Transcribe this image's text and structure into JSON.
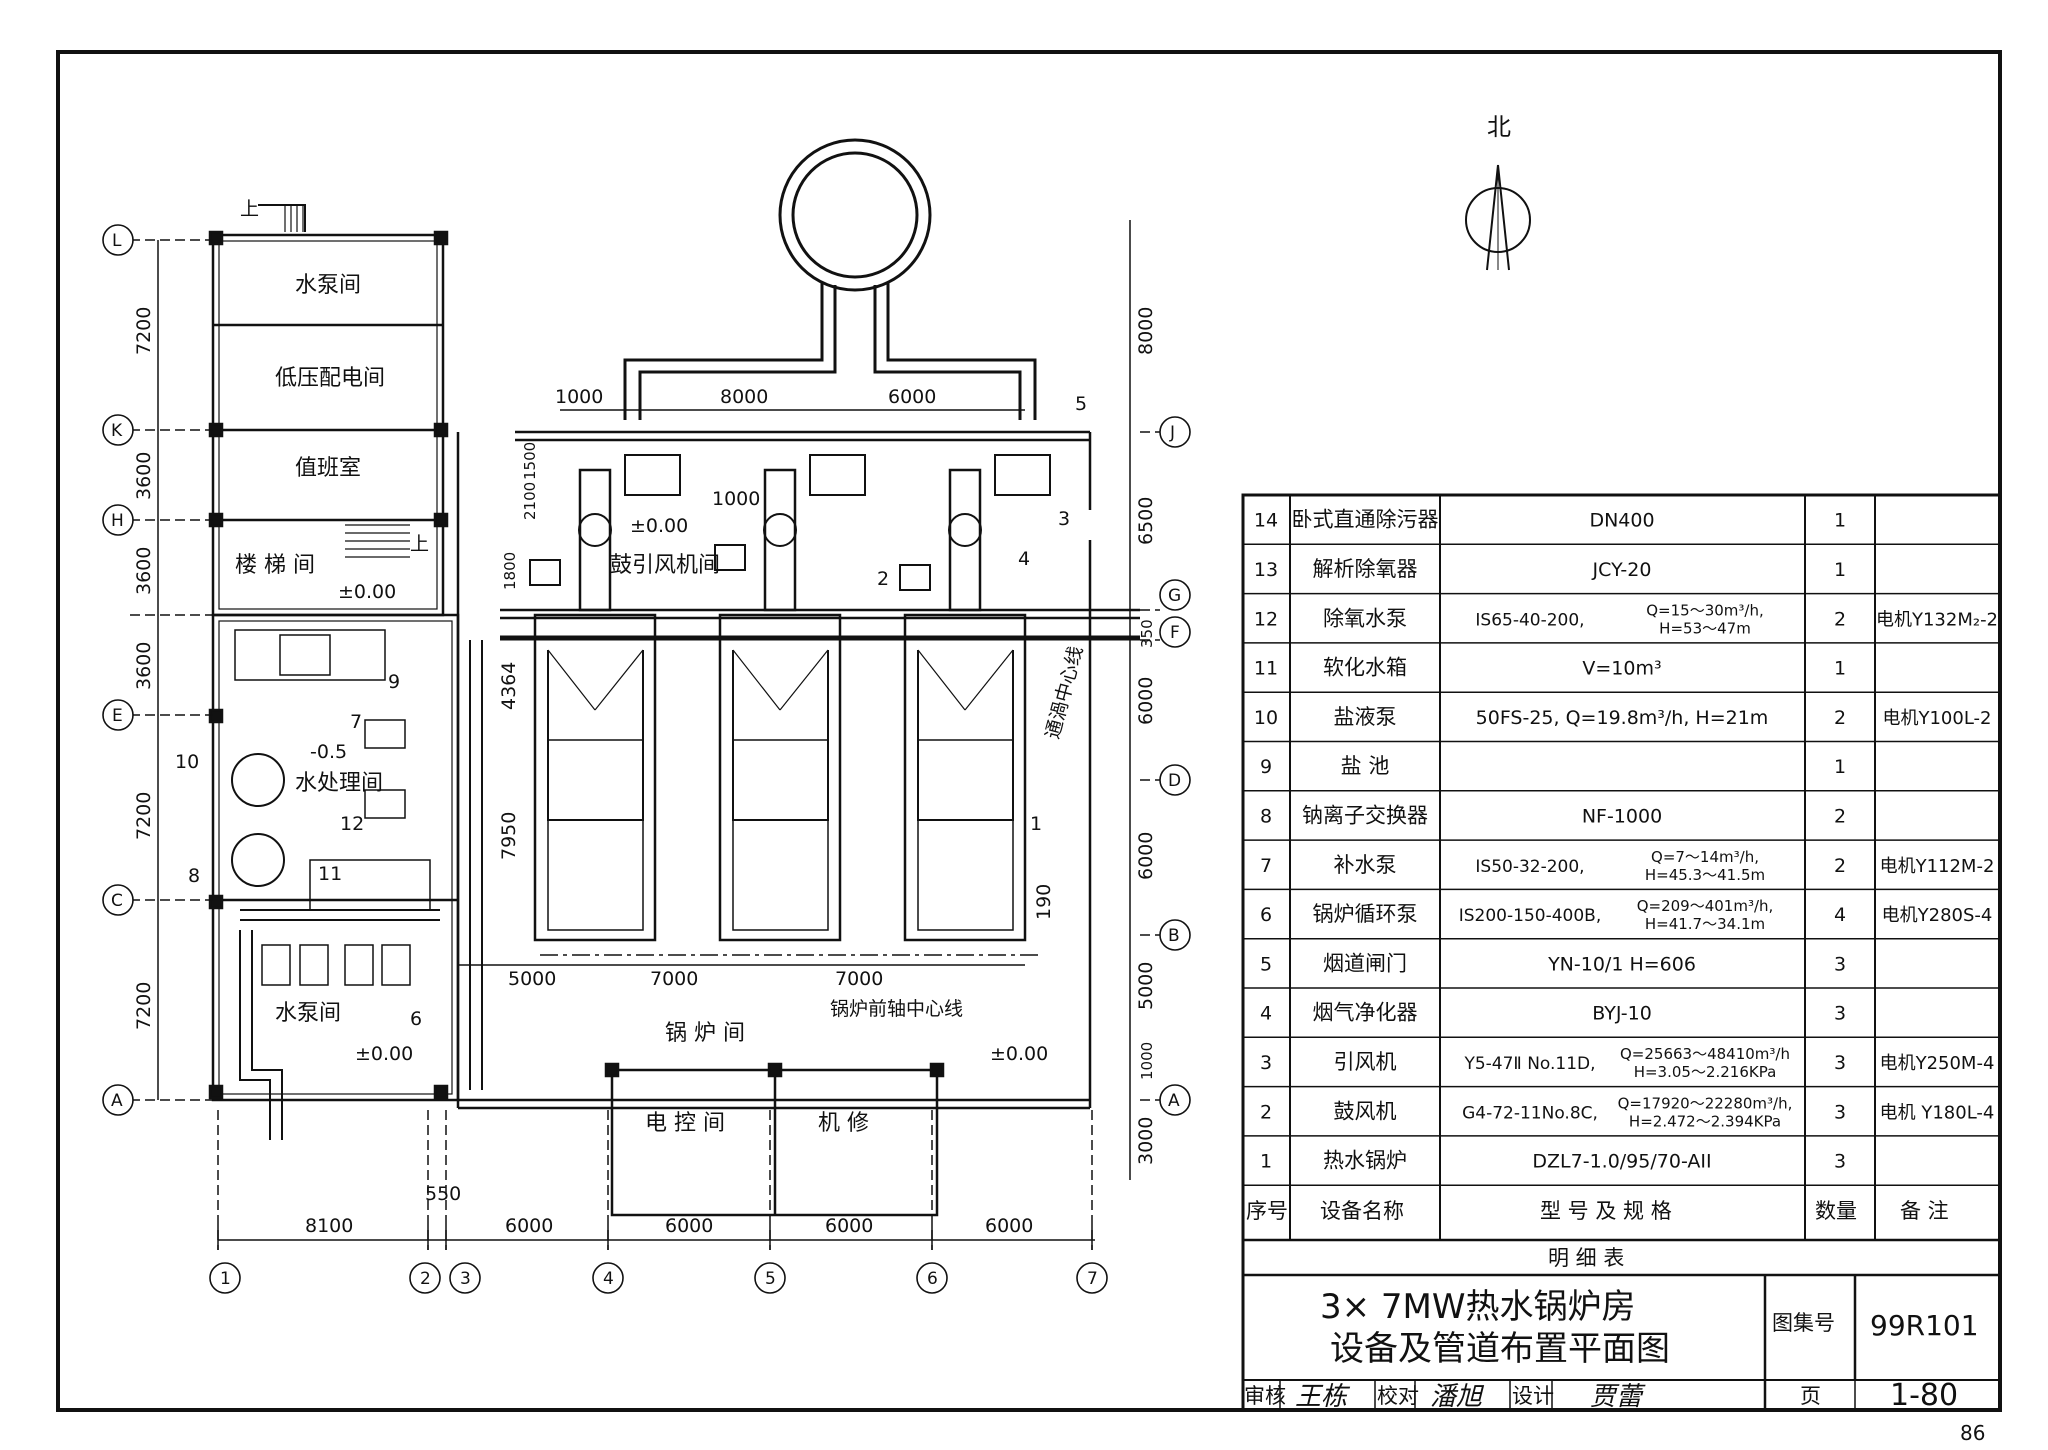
{
  "north_label": "北",
  "rooms": {
    "pump_room_top": "水泵间",
    "low_voltage_room": "低压配电间",
    "duty_room": "值班室",
    "stair_room": "楼 梯 间",
    "blower_room": "鼓引风机间",
    "water_treatment": "水处理间",
    "pump_room_bottom": "水泵间",
    "boiler_room": "锅 炉 间",
    "control_room": "电 控 间",
    "repair_room": "机 修"
  },
  "annotations": {
    "up_top": "上",
    "up_stair": "上",
    "level_stair": "±0.00",
    "level_blower": "±0.00",
    "level_water": "-0.5",
    "level_pump": "±0.00",
    "level_boiler": "±0.00",
    "dust_centerline": "通渦中心线",
    "boiler_axis": "锅炉前轴中心线"
  },
  "dimensions": {
    "left_vertical": [
      "7200",
      "3600",
      "3600",
      "3600",
      "7200",
      "7200"
    ],
    "right_vertical": [
      "8000",
      "6500",
      "350",
      "6000",
      "6000",
      "5000",
      "1000",
      "3000"
    ],
    "bottom": [
      "8100",
      "550",
      "6000",
      "6000",
      "6000",
      "6000"
    ],
    "top_chimney": [
      "1000",
      "8000",
      "6000"
    ],
    "interior": [
      "1500",
      "2100",
      "1000",
      "1800",
      "4364",
      "7950",
      "190",
      "5000",
      "7000",
      "7000"
    ]
  },
  "grid_axes": {
    "left": [
      "L",
      "K",
      "H",
      "E",
      "C",
      "A"
    ],
    "right": [
      "J",
      "G",
      "F",
      "D",
      "B",
      "A"
    ],
    "bottom": [
      "1",
      "2",
      "3",
      "4",
      "5",
      "6",
      "7"
    ]
  },
  "callouts": [
    "1",
    "2",
    "3",
    "4",
    "5",
    "7",
    "8",
    "9",
    "10",
    "11",
    "12",
    "6"
  ],
  "equipment_table": {
    "rows": [
      {
        "no": "14",
        "name": "卧式直通除污器",
        "spec": "DN400",
        "spec2": "",
        "spec3": "",
        "qty": "1",
        "note": ""
      },
      {
        "no": "13",
        "name": "解析除氧器",
        "spec": "JCY-20",
        "spec2": "",
        "spec3": "",
        "qty": "1",
        "note": ""
      },
      {
        "no": "12",
        "name": "除氧水泵",
        "spec": "IS65-40-200,",
        "spec2": "Q=15～30m³/h,",
        "spec3": "H=53～47m",
        "qty": "2",
        "note": "电机Y132M₂-2"
      },
      {
        "no": "11",
        "name": "软化水箱",
        "spec": "V=10m³",
        "spec2": "",
        "spec3": "",
        "qty": "1",
        "note": ""
      },
      {
        "no": "10",
        "name": "盐液泵",
        "spec": "50FS-25,  Q=19.8m³/h,   H=21m",
        "spec2": "",
        "spec3": "",
        "qty": "2",
        "note": "电机Y100L-2"
      },
      {
        "no": "9",
        "name": "盐 池",
        "spec": "",
        "spec2": "",
        "spec3": "",
        "qty": "1",
        "note": ""
      },
      {
        "no": "8",
        "name": "钠离子交换器",
        "spec": "NF-1000",
        "spec2": "",
        "spec3": "",
        "qty": "2",
        "note": ""
      },
      {
        "no": "7",
        "name": "补水泵",
        "spec": "IS50-32-200,",
        "spec2": "Q=7～14m³/h,",
        "spec3": "H=45.3～41.5m",
        "qty": "2",
        "note": "电机Y112M-2"
      },
      {
        "no": "6",
        "name": "锅炉循环泵",
        "spec": "IS200-150-400B,",
        "spec2": "Q=209～401m³/h,",
        "spec3": "H=41.7～34.1m",
        "qty": "4",
        "note": "电机Y280S-4"
      },
      {
        "no": "5",
        "name": "烟道闸门",
        "spec": "YN-10/1  H=606",
        "spec2": "",
        "spec3": "",
        "qty": "3",
        "note": ""
      },
      {
        "no": "4",
        "name": "烟气净化器",
        "spec": "BYJ-10",
        "spec2": "",
        "spec3": "",
        "qty": "3",
        "note": ""
      },
      {
        "no": "3",
        "name": "引风机",
        "spec": "Y5-47Ⅱ No.11D,",
        "spec2": "Q=25663～48410m³/h",
        "spec3": "H=3.05～2.216KPa",
        "qty": "3",
        "note": "电机Y250M-4"
      },
      {
        "no": "2",
        "name": "鼓风机",
        "spec": "G4-72-11No.8C,",
        "spec2": "Q=17920～22280m³/h,",
        "spec3": "H=2.472～2.394KPa",
        "qty": "3",
        "note": "电机 Y180L-4"
      },
      {
        "no": "1",
        "name": "热水锅炉",
        "spec": "DZL7-1.0/95/70-AII",
        "spec2": "",
        "spec3": "",
        "qty": "3",
        "note": ""
      }
    ],
    "header": {
      "no": "序号",
      "name": "设备名称",
      "spec": "型 号 及 规 格",
      "qty": "数量",
      "note": "备 注"
    },
    "caption": "明   细   表"
  },
  "title_block": {
    "title_line1": "3× 7MW热水锅炉房",
    "title_line2": "设备及管道布置平面图",
    "atlas_label": "图集号",
    "atlas_no": "99R101",
    "review_label": "审核",
    "review_sign": "王栋",
    "check_label": "校对",
    "check_sign": "潘旭",
    "design_label": "设计",
    "design_sign": "贾蕾",
    "page_label": "页",
    "page_no": "1-80"
  },
  "page_number": "86"
}
